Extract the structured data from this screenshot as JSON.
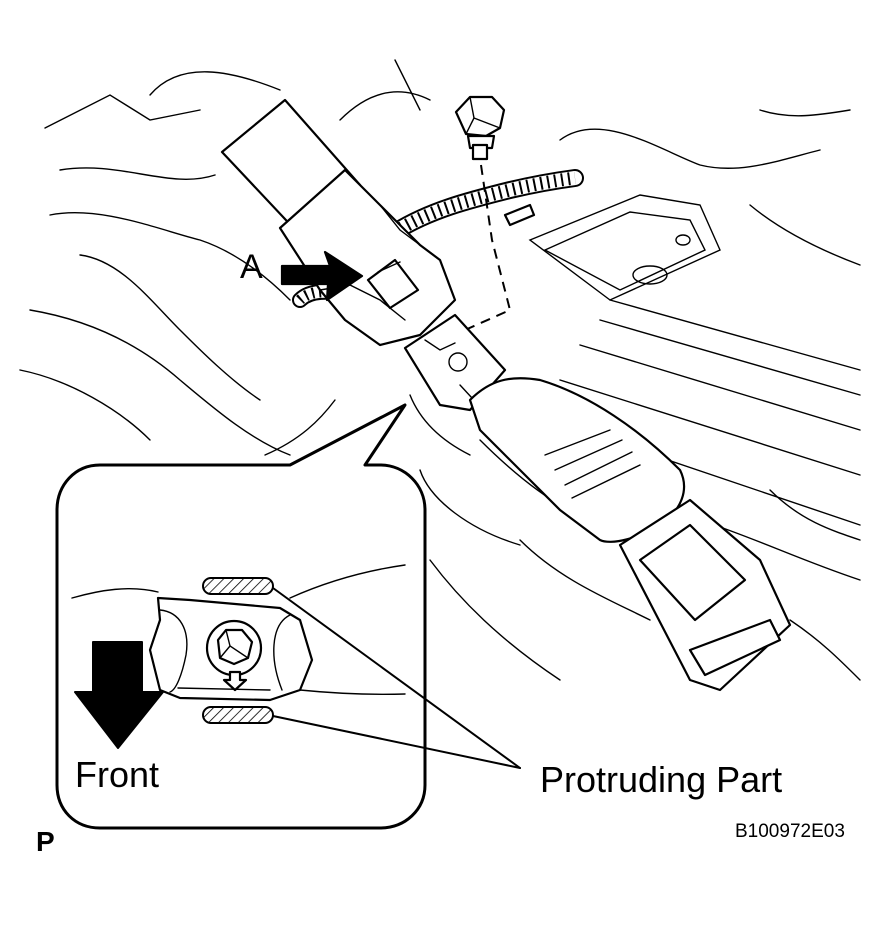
{
  "labels": {
    "view_a": "A",
    "front": "Front",
    "protruding_part": "Protruding Part",
    "corner_mark": "P",
    "figure_code": "B100972E03"
  },
  "icons": {
    "view_arrow": "arrow-right-icon",
    "front_arrow": "arrow-down-icon"
  },
  "colors": {
    "line": "#000000",
    "background": "#ffffff"
  }
}
